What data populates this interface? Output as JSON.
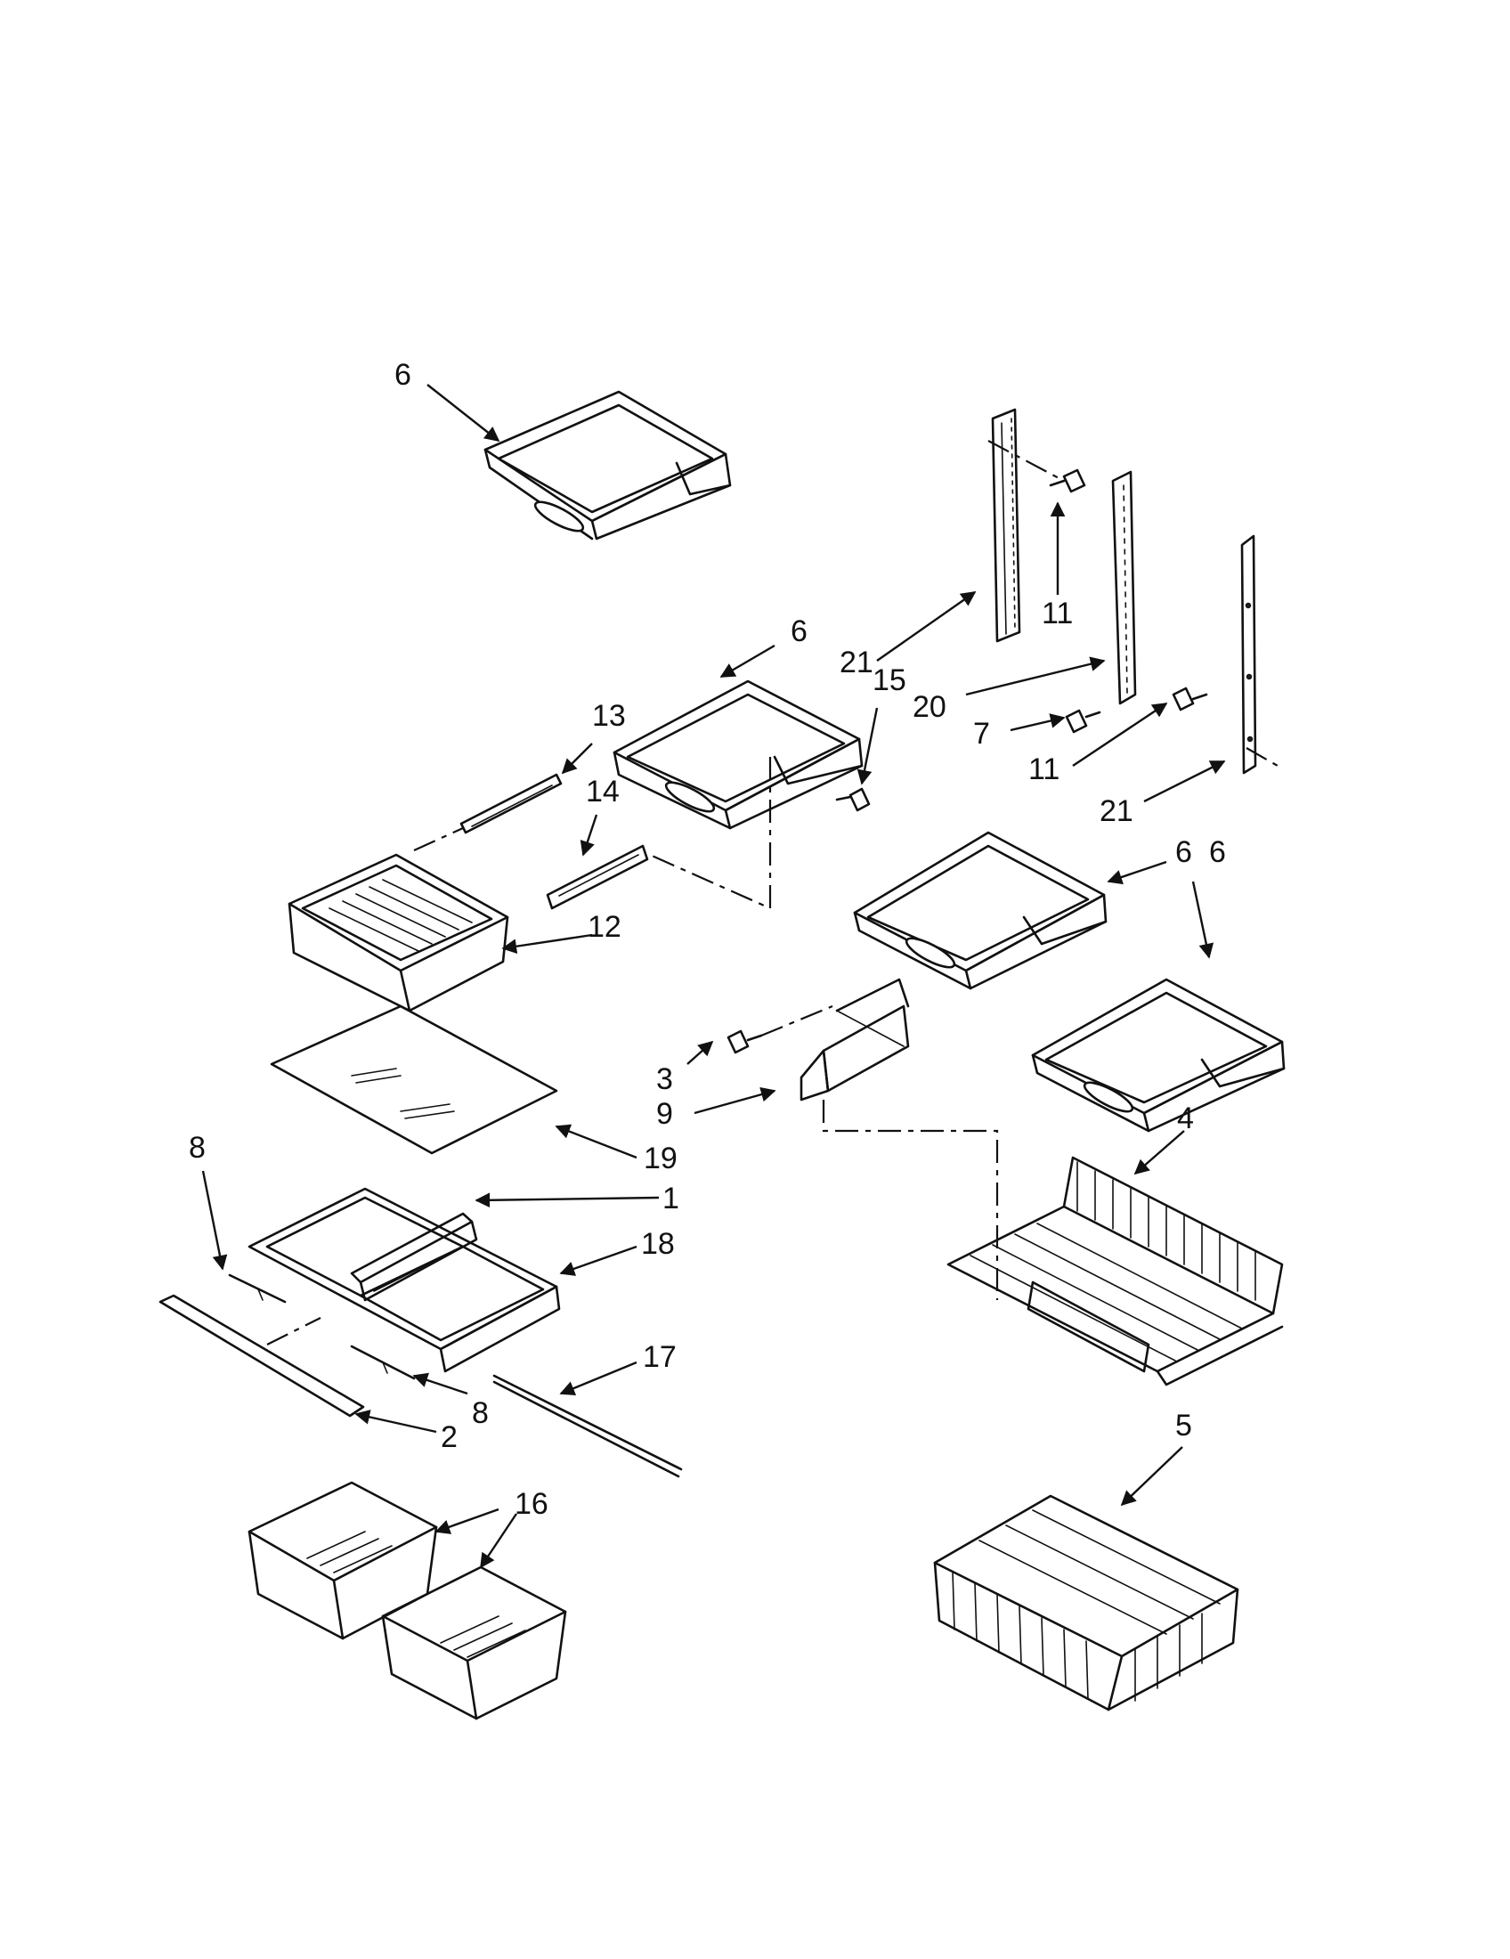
{
  "callouts": {
    "c6_top": "6",
    "c6_mid": "6",
    "c6_right1": "6",
    "c6_right2": "6",
    "c11_top": "11",
    "c11_mid": "11",
    "c21_top": "21",
    "c21_bottom": "21",
    "c15": "15",
    "c20": "20",
    "c7": "7",
    "c13": "13",
    "c14": "14",
    "c12": "12",
    "c3": "3",
    "c9": "9",
    "c4": "4",
    "c19": "19",
    "c1": "1",
    "c18": "18",
    "c8_left": "8",
    "c8_right": "8",
    "c17": "17",
    "c2": "2",
    "c5": "5",
    "c16": "16"
  }
}
